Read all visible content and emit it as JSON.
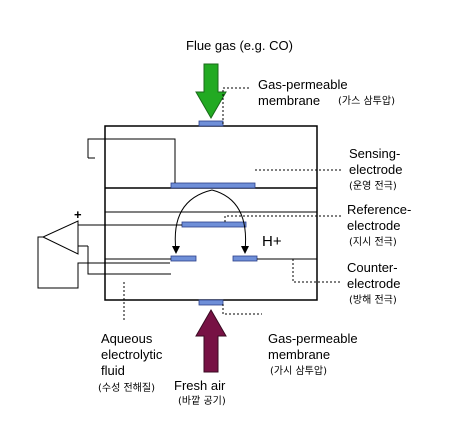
{
  "labels": {
    "flue_gas": "Flue gas (e.g. CO)",
    "gas_membrane_top": {
      "line1": "Gas-permeable",
      "line2": "membrane",
      "ko": "(가스 삼투압)"
    },
    "sensing": {
      "line1": "Sensing-",
      "line2": "electrode",
      "ko": "(운영 전극)"
    },
    "reference": {
      "line1": "Reference-",
      "line2": "electrode",
      "ko": "(지시 전극)"
    },
    "counter": {
      "line1": "Counter-",
      "line2": "electrode",
      "ko": "(방해 전극)"
    },
    "gas_membrane_bottom": {
      "line1": "Gas-permeable",
      "line2": "membrane",
      "ko": "(가시 삼투압)"
    },
    "electrolyte": {
      "line1": "Aqueous",
      "line2": "electrolytic",
      "line3": "fluid",
      "ko": "(수성 전해질)"
    },
    "fresh_air": {
      "line1": "Fresh air",
      "ko": "(바깥 공기)"
    },
    "hplus": "H+",
    "plus_sign": "+"
  },
  "colors": {
    "flue_arrow": "#22aa22",
    "air_arrow": "#771144",
    "electrode": "#6f8fd8",
    "outline": "#000000"
  }
}
